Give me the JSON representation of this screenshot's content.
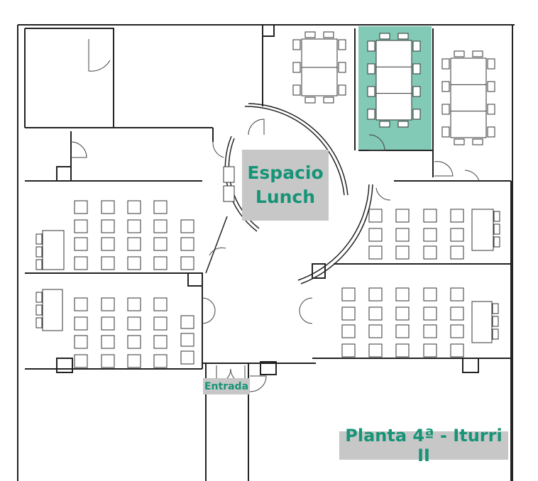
{
  "labels": {
    "lunch_line1": "Espacio",
    "lunch_line2": "Lunch",
    "entrance": "Entrada",
    "floor": "Planta 4ª - Iturri II"
  },
  "colors": {
    "accent_text": "#169477",
    "highlight_room": "#82c9b6",
    "label_bg": "#c7c7c7",
    "wall": "#222222"
  }
}
